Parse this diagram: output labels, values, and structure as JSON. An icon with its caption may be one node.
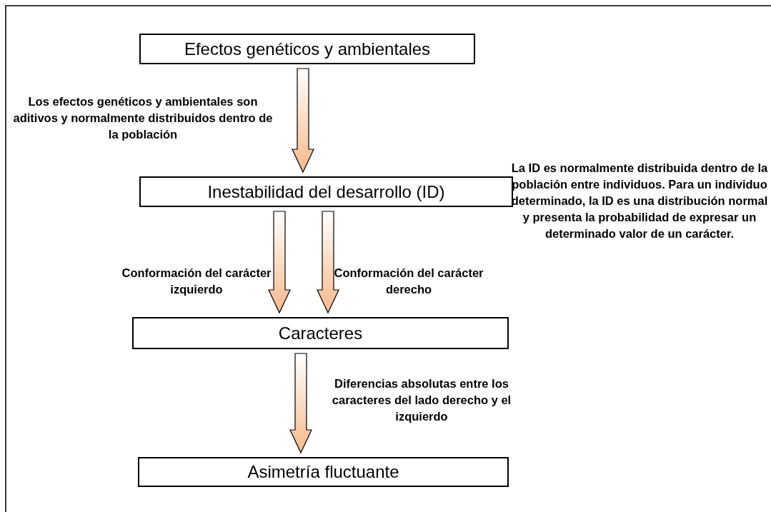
{
  "diagram": {
    "nodes": [
      {
        "text": [
          "Efectos genéticos y ambientales"
        ]
      },
      {
        "text": [
          "Inestabilidad del desarrollo (ID)"
        ]
      },
      {
        "text": [
          "Caracteres"
        ]
      },
      {
        "text": [
          "Asimetría fluctuante"
        ]
      }
    ],
    "edges": [
      {
        "from": 0,
        "to": 1,
        "arrow": "to",
        "label": "Los efectos genéticos y ambientales son aditivos y normalmente distribuidos dentro de la población"
      },
      {
        "from": 1,
        "to": 2,
        "arrow": "to",
        "label": "Conformación del carácter izquierdo"
      },
      {
        "from": 1,
        "to": 2,
        "arrow": "to",
        "label": "Conformación del carácter derecho"
      },
      {
        "from": 2,
        "to": 3,
        "arrow": "to",
        "label": "Diferencias absolutas entre los caracteres del lado derecho y el izquierdo"
      }
    ],
    "labels": [
      "La ID es normalmente distribuida dentro de la población entre individuos. Para un individuo determinado, la ID es una distribución normal y presenta la probabilidad de expresar un determinado valor de un carácter."
    ]
  }
}
